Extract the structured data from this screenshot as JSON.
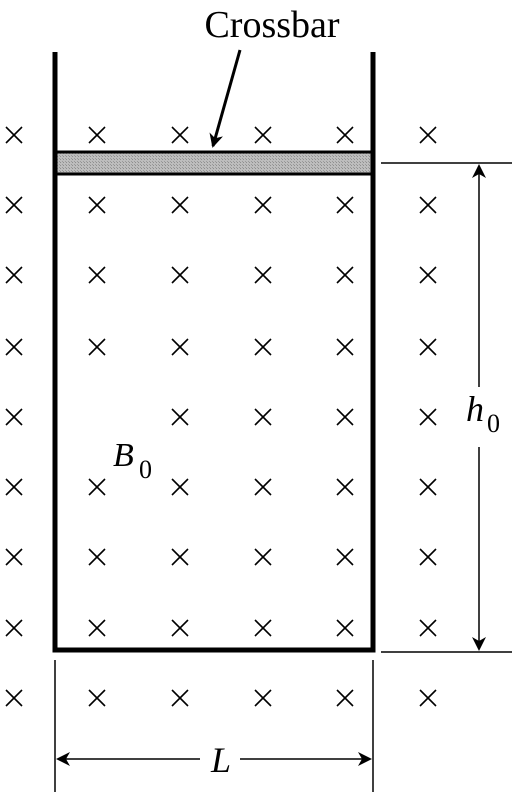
{
  "labels": {
    "crossbar": "Crossbar",
    "field_symbol": "B",
    "field_subscript": "0",
    "height_symbol": "h",
    "height_subscript": "0",
    "length_symbol": "L"
  },
  "field": {
    "direction": "into page",
    "marker": "cross-icon"
  },
  "colors": {
    "line": "#000000",
    "crossbar_fill": "#b8b8b8",
    "background": "#ffffff"
  }
}
